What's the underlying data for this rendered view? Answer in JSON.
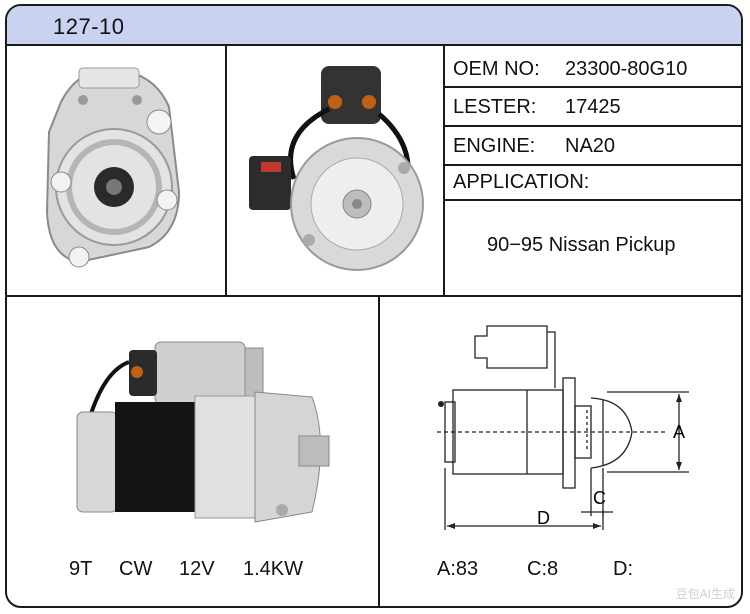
{
  "header": {
    "title": "127-10"
  },
  "specs": {
    "oem_label": "OEM NO:",
    "oem_value": "23300-80G10",
    "lester_label": "LESTER:",
    "lester_value": "17425",
    "engine_label": "ENGINE:",
    "engine_value": "NA20",
    "application_label": "APPLICATION:",
    "application_value": "90−95 Nissan Pickup"
  },
  "product": {
    "teeth": "9T",
    "rotation": "CW",
    "voltage": "12V",
    "power": "1.4KW"
  },
  "dimensions": {
    "a_label": "A",
    "c_label": "C",
    "d_label": "D",
    "a_value": "A:83",
    "c_value": "C:8",
    "d_value": "D:"
  },
  "watermark": "豆包AI生成"
}
